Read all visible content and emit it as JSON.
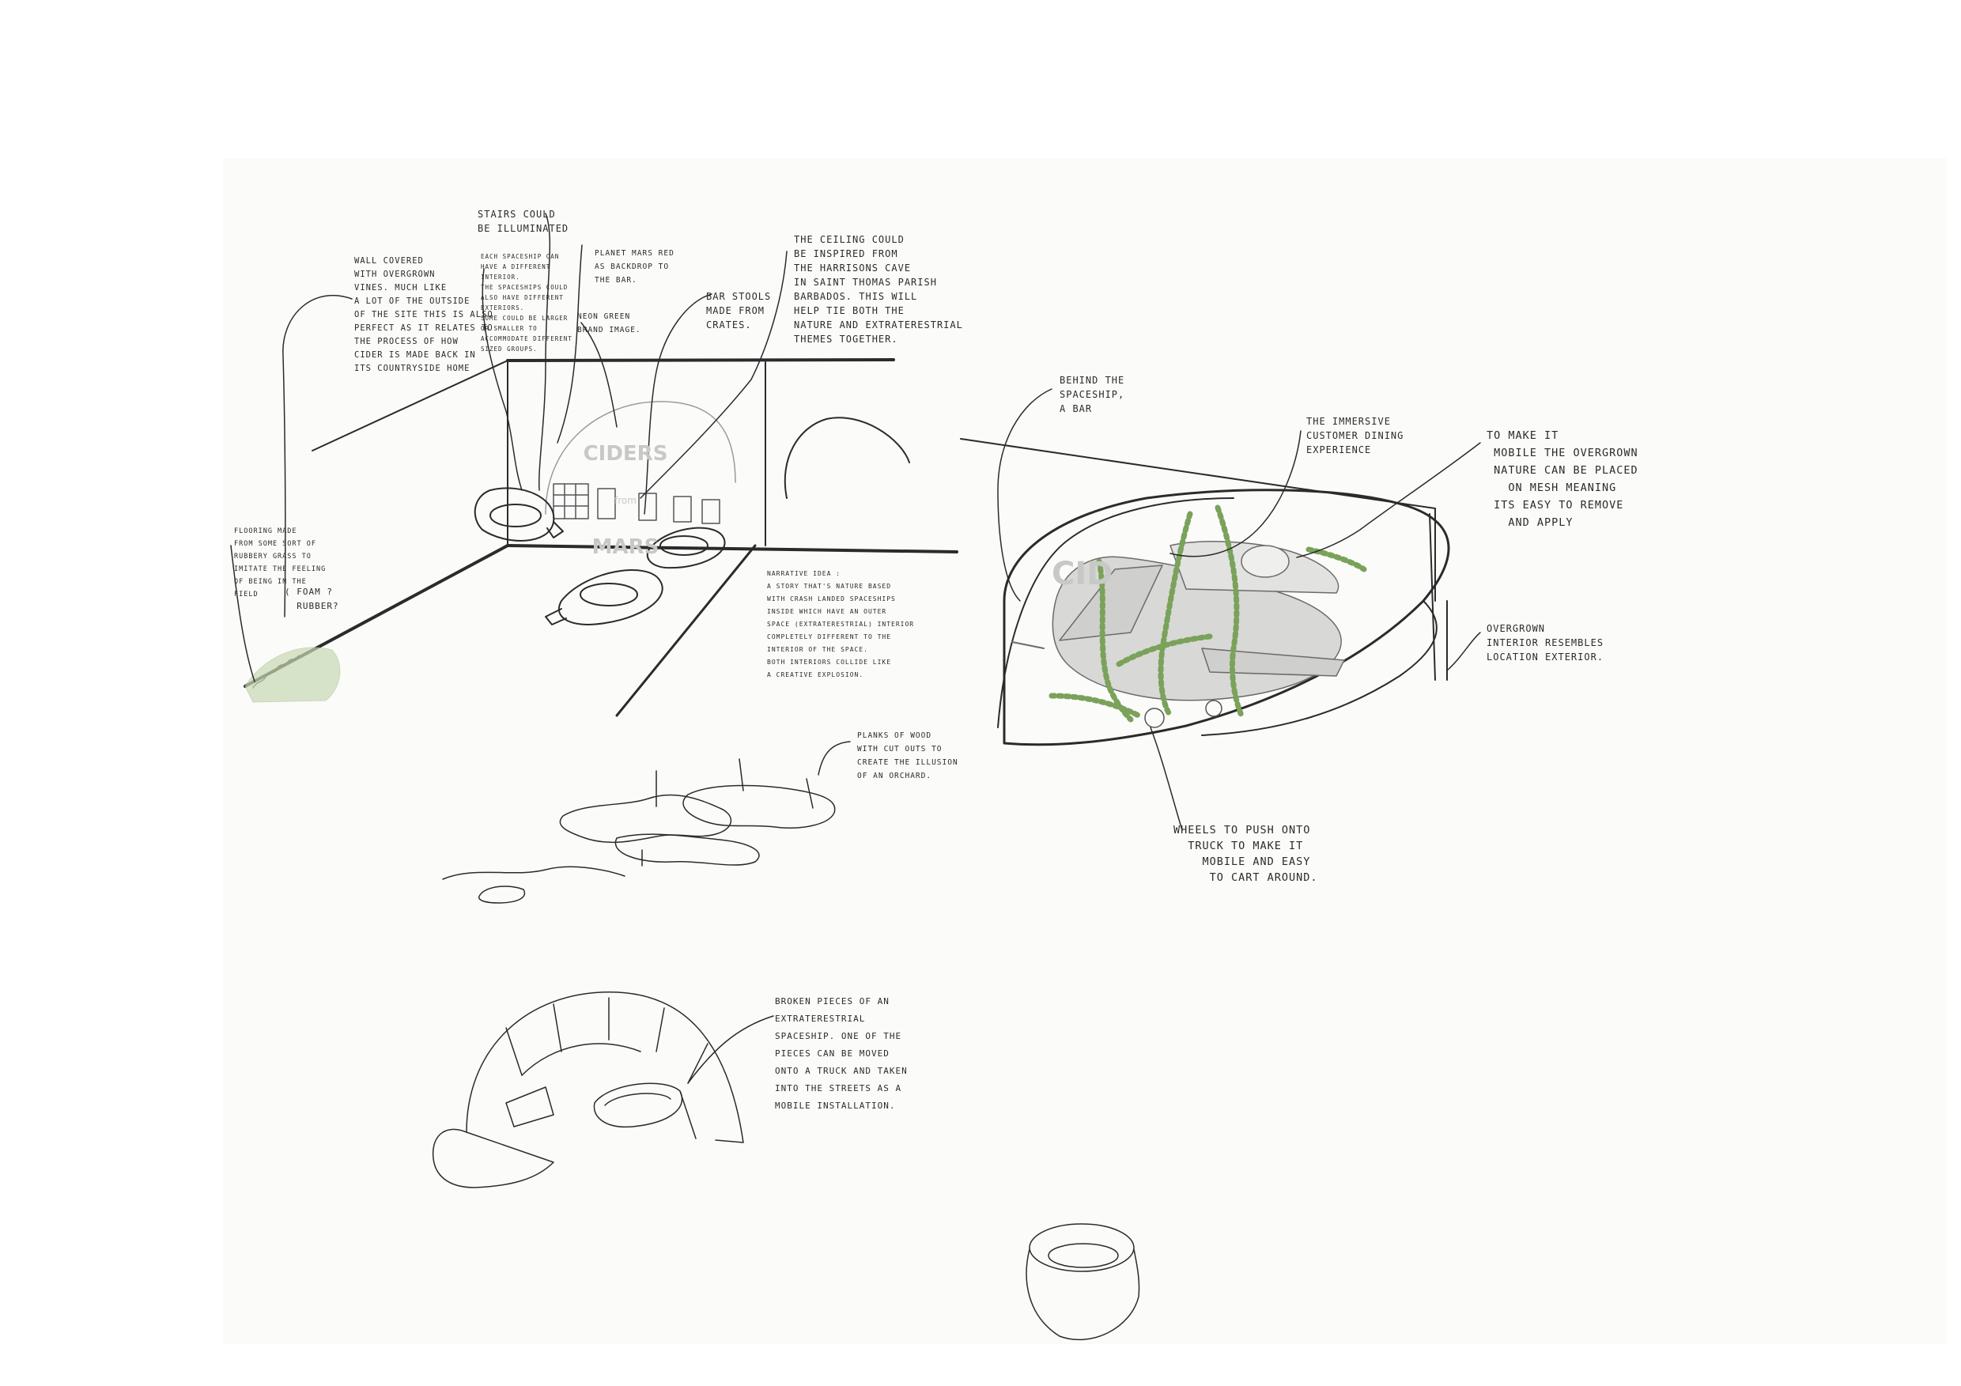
{
  "annotations": {
    "stairs": "STAIRS COULD\nBE ILLUMINATED",
    "wall": "WALL COVERED\nWITH OVERGROWN\nVINES. MUCH LIKE\nA LOT OF THE OUTSIDE\nOF THE SITE THIS IS ALSO\nPERFECT AS IT RELATES TO\nTHE PROCESS OF HOW\nCIDER IS MADE BACK IN\nITS COUNTRYSIDE HOME",
    "spaceship_interior": "EACH SPACESHIP CAN\nHAVE A DIFFERENT\nINTERIOR.\nTHE SPACESHIPS COULD\nALSO HAVE DIFFERENT\nEXTERIORS.\nSOME COULD BE LARGER\nOR SMALLER TO\nACCOMMODATE DIFFERENT\nSIZED GROUPS.",
    "planet_mars": "PLANET MARS RED\nAS BACKDROP TO\nTHE BAR.",
    "neon_sign": "NEON GREEN\nBRAND IMAGE.",
    "bar_stools": "BAR STOOLS\nMADE FROM\nCRATES.",
    "ceiling": "THE CEILING COULD\nBE INSPIRED FROM\nTHE HARRISONS CAVE\nIN SAINT THOMAS PARISH\nBARBADOS. THIS WILL\nHELP TIE BOTH THE\nNATURE AND EXTRATERESTRIAL\nTHEMES TOGETHER.",
    "flooring": "FLOORING MADE\nFROM SOME SORT OF\nRUBBERY GRASS TO\nIMITATE THE FEELING\nOF BEING IN THE\nFIELD",
    "flooring_question": "( FOAM ?\n  RUBBER?",
    "narrative": "NARRATIVE IDEA :\nA STORY THAT'S NATURE BASED\nWITH CRASH LANDED SPACESHIPS\nINSIDE WHICH HAVE AN OUTER\nSPACE (EXTRATERESTRIAL) INTERIOR\nCOMPLETELY DIFFERENT TO THE\nINTERIOR OF THE SPACE.\nBOTH INTERIORS COLLIDE LIKE\nA CREATIVE EXPLOSION.",
    "behind_spaceship": "BEHIND THE\nSPACESHIP,\nA BAR",
    "immersive": "THE IMMERSIVE\nCUSTOMER DINING\nEXPERIENCE",
    "mesh": "TO MAKE IT\n MOBILE THE OVERGROWN\n NATURE CAN BE PLACED\n   ON MESH MEANING\n ITS EASY TO REMOVE\n   AND APPLY",
    "overgrown": "OVERGROWN\nINTERIOR RESEMBLES\nLOCATION EXTERIOR.",
    "planks": "PLANKS OF WOOD\nWITH CUT OUTS TO\nCREATE THE ILLUSION\nOF AN ORCHARD.",
    "wheels": "WHEELS TO PUSH ONTO\n  TRUCK TO MAKE IT\n    MOBILE AND EASY\n     TO CART AROUND.",
    "broken_pieces": "BROKEN PIECES OF AN\nEXTRATERESTRIAL\nSPACESHIP. ONE OF THE\nPIECES CAN BE MOVED\nONTO A TRUCK AND TAKEN\nINTO THE STREETS AS A\nMOBILE INSTALLATION."
  },
  "sign": {
    "line1": "CIDERS",
    "line2": "from",
    "line3": "MARS"
  },
  "sign_fragment": "CID",
  "colors": {
    "ink": "#2b2b2b",
    "vine_green": "#7aa25a",
    "grass_green": "#c9d9b4",
    "ship_grey": "#d8d8d6",
    "paper": "#fbfbfa"
  }
}
